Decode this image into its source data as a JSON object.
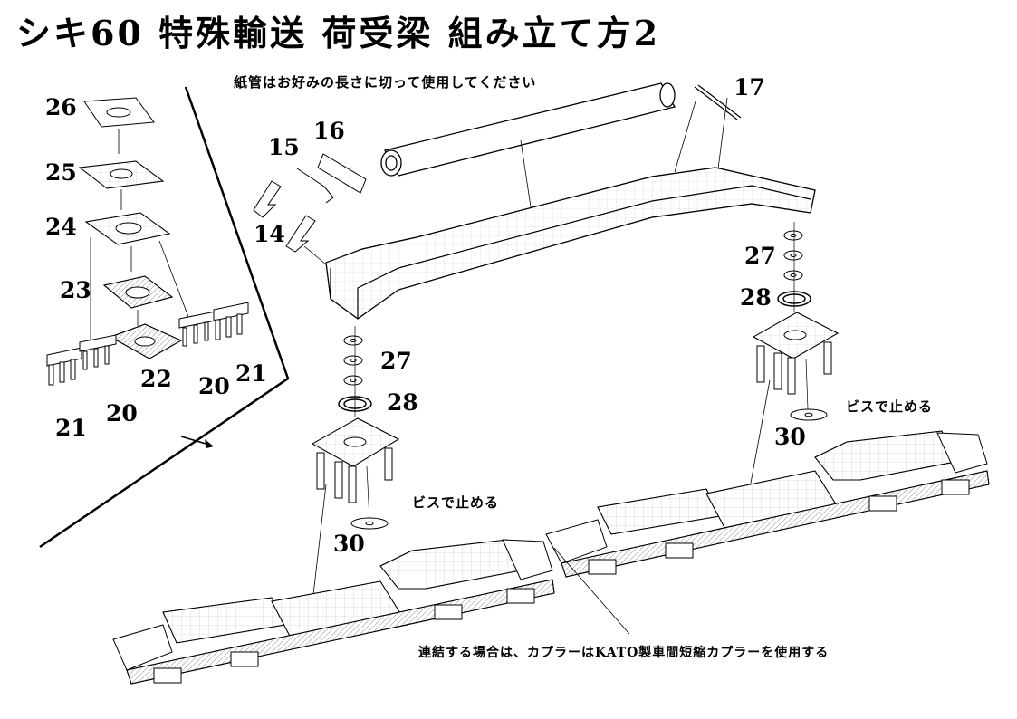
{
  "title": "シキ60 特殊輸送 荷受梁 組み立て方2",
  "notes": {
    "paper_tube": "紙管はお好みの長さに切って使用してください",
    "screw_left": "ビスで止める",
    "screw_right": "ビスで止める",
    "coupler": "連結する場合は、カプラーはKATO製車間短縮カプラーを使用する"
  },
  "part_numbers": {
    "p26": "26",
    "p25": "25",
    "p24": "24",
    "p23": "23",
    "p22": "22",
    "p20a": "20",
    "p20b": "20",
    "p21a": "21",
    "p21b": "21",
    "p15": "15",
    "p16": "16",
    "p14": "14",
    "p17": "17",
    "p27a": "27",
    "p28a": "28",
    "p30a": "30",
    "p27b": "27",
    "p28b": "28",
    "p30b": "30"
  }
}
